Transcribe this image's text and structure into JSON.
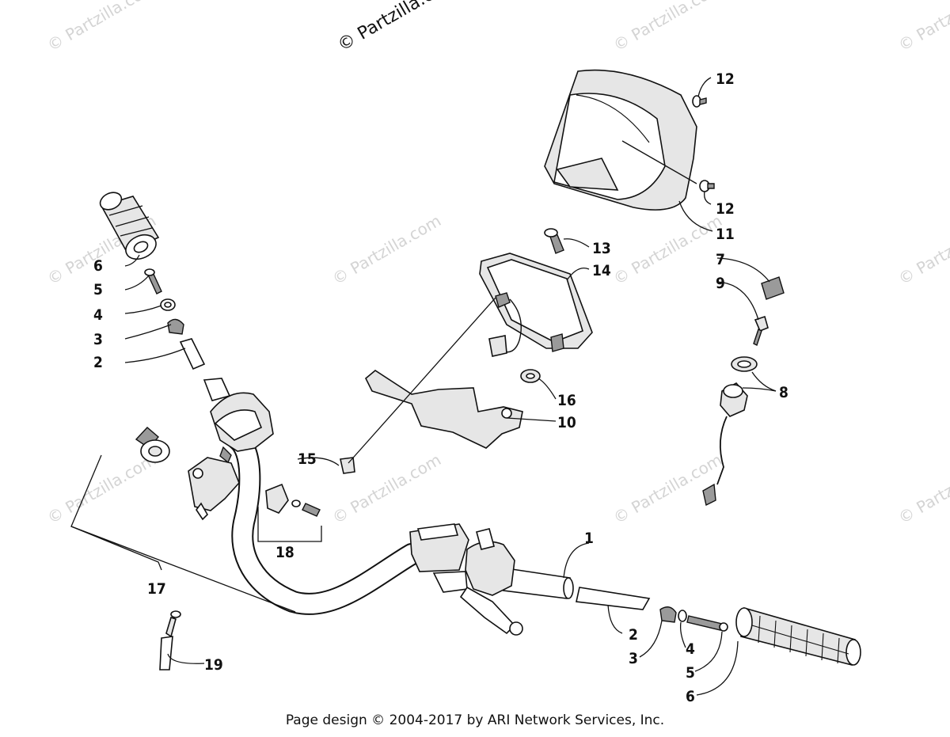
{
  "watermark": {
    "main": "© Partzilla.com",
    "faded": "© Partzilla.com"
  },
  "callouts": {
    "c1": "1",
    "c2a": "2",
    "c2b": "2",
    "c3a": "3",
    "c3b": "3",
    "c4a": "4",
    "c4b": "4",
    "c5a": "5",
    "c5b": "5",
    "c6a": "6",
    "c6b": "6",
    "c7": "7",
    "c8": "8",
    "c9": "9",
    "c10": "10",
    "c11": "11",
    "c12a": "12",
    "c12b": "12",
    "c13": "13",
    "c14": "14",
    "c15": "15",
    "c16": "16",
    "c17": "17",
    "c18": "18",
    "c19": "19"
  },
  "footer": "Page design © 2004-2017 by ARI Network Services, Inc."
}
